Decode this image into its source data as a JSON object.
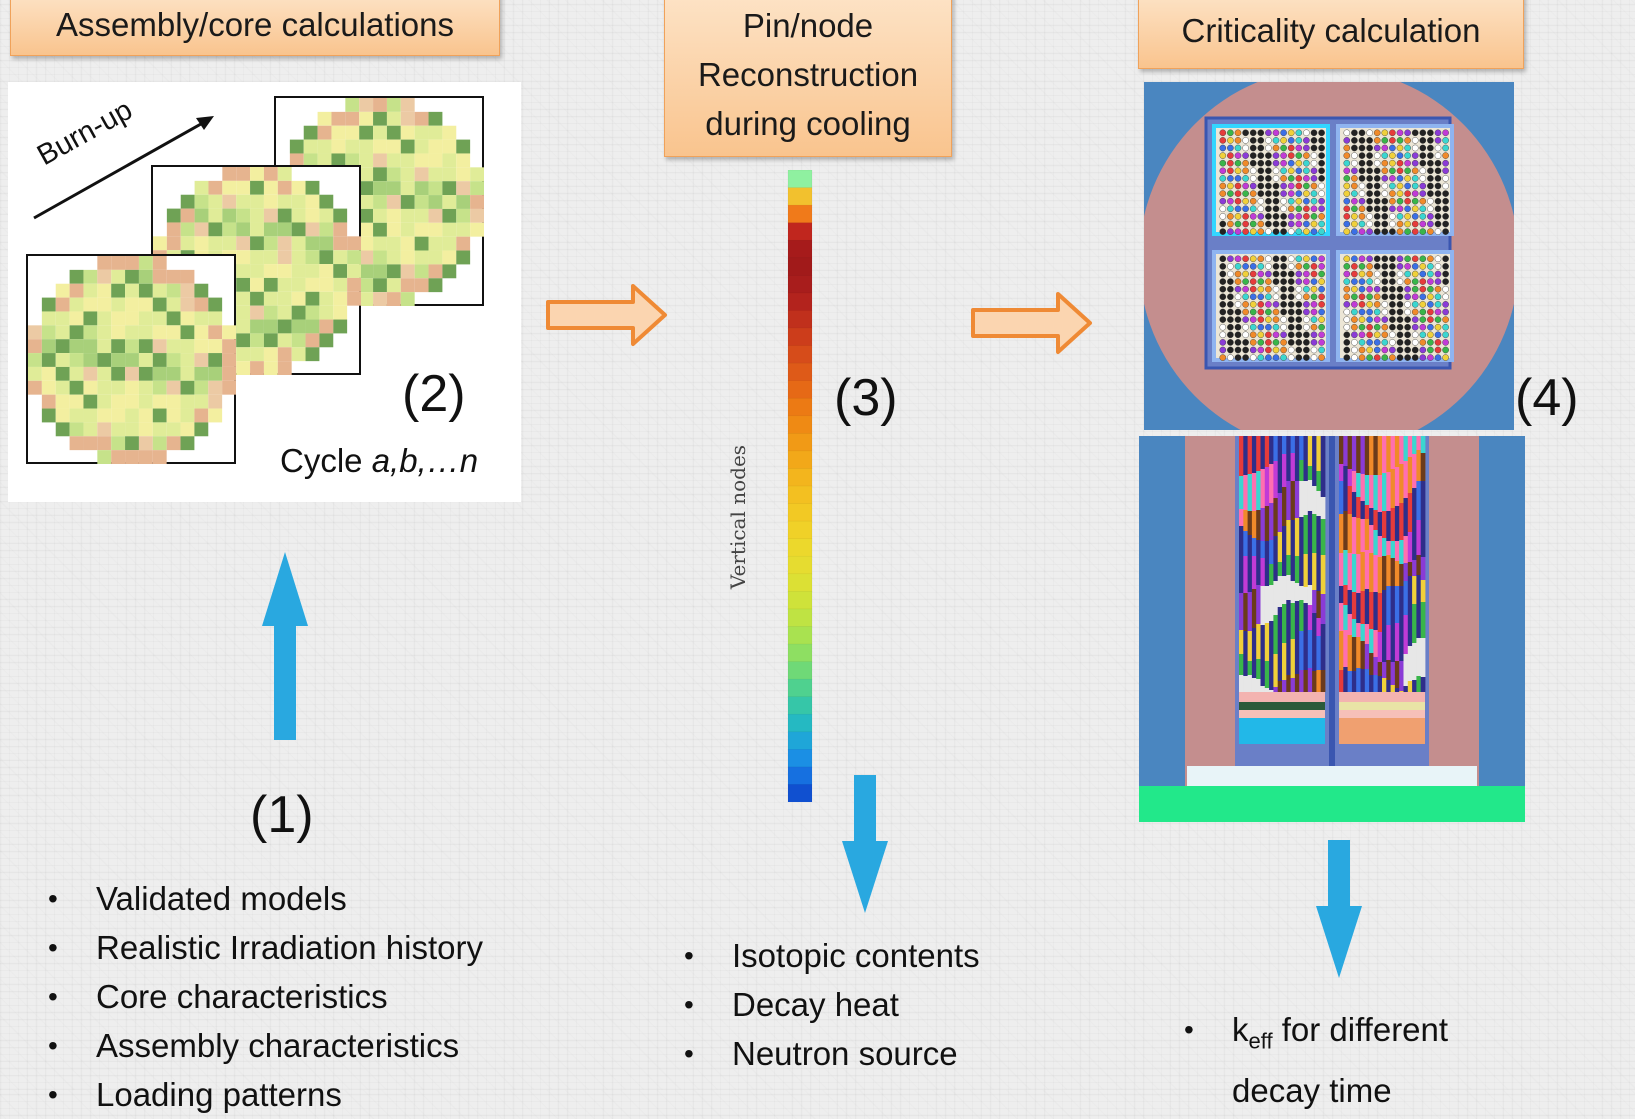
{
  "steps": {
    "assembly": {
      "title": "Assembly/core calculations"
    },
    "pin": {
      "title_lines": [
        "Pin/node",
        "Reconstruction",
        "during cooling"
      ]
    },
    "criticality": {
      "title": "Criticality calculation"
    }
  },
  "labels": {
    "step1": "(1)",
    "step2": "(2)",
    "step3": "(3)",
    "step4": "(4)"
  },
  "core_maps": {
    "burnup": "Burn-up",
    "cycle_prefix": "Cycle ",
    "cycle_vars": "a,b,…n"
  },
  "node_column": {
    "axis_label": "Vertical nodes"
  },
  "inputs": {
    "items": [
      "Validated models",
      "Realistic Irradiation history",
      "Core characteristics",
      "Assembly characteristics",
      "Loading patterns"
    ]
  },
  "outputs": {
    "items": [
      "Isotopic contents",
      "Decay heat",
      "Neutron source"
    ]
  },
  "results": {
    "k_base": "k",
    "k_sub": "eff",
    "line1_rest": " for different",
    "line2": "decay time"
  },
  "colors": {
    "step_box_fill": "#fbd2a6",
    "orange_arrow": "#f4a261",
    "blue_arrow": "#29a8e0",
    "cask_blue": "#4a86c0",
    "cask_pink": "#c48e8e",
    "cask_base_green": "#22e88a"
  }
}
